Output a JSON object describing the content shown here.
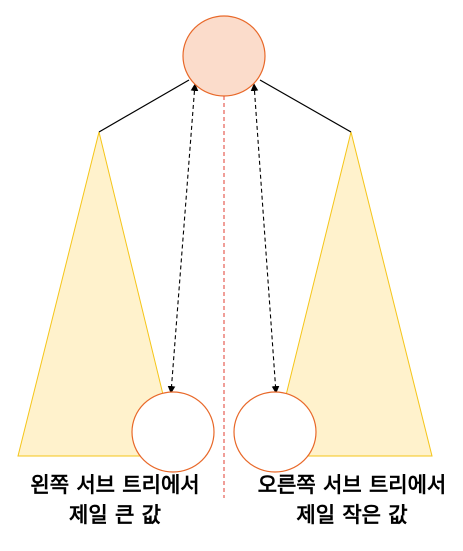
{
  "colors": {
    "root_fill": "#fbdccb",
    "node_stroke": "#e8692a",
    "subtree_fill": "#fff2cc",
    "subtree_stroke": "#f5c518",
    "center_line": "#e03c31",
    "edge": "#000000"
  },
  "captions": {
    "left_line1": "왼쪽 서브 트리에서",
    "left_line2": "제일 큰 값",
    "right_line1": "오른쪽 서브 트리에서",
    "right_line2": "제일 작은 값"
  }
}
